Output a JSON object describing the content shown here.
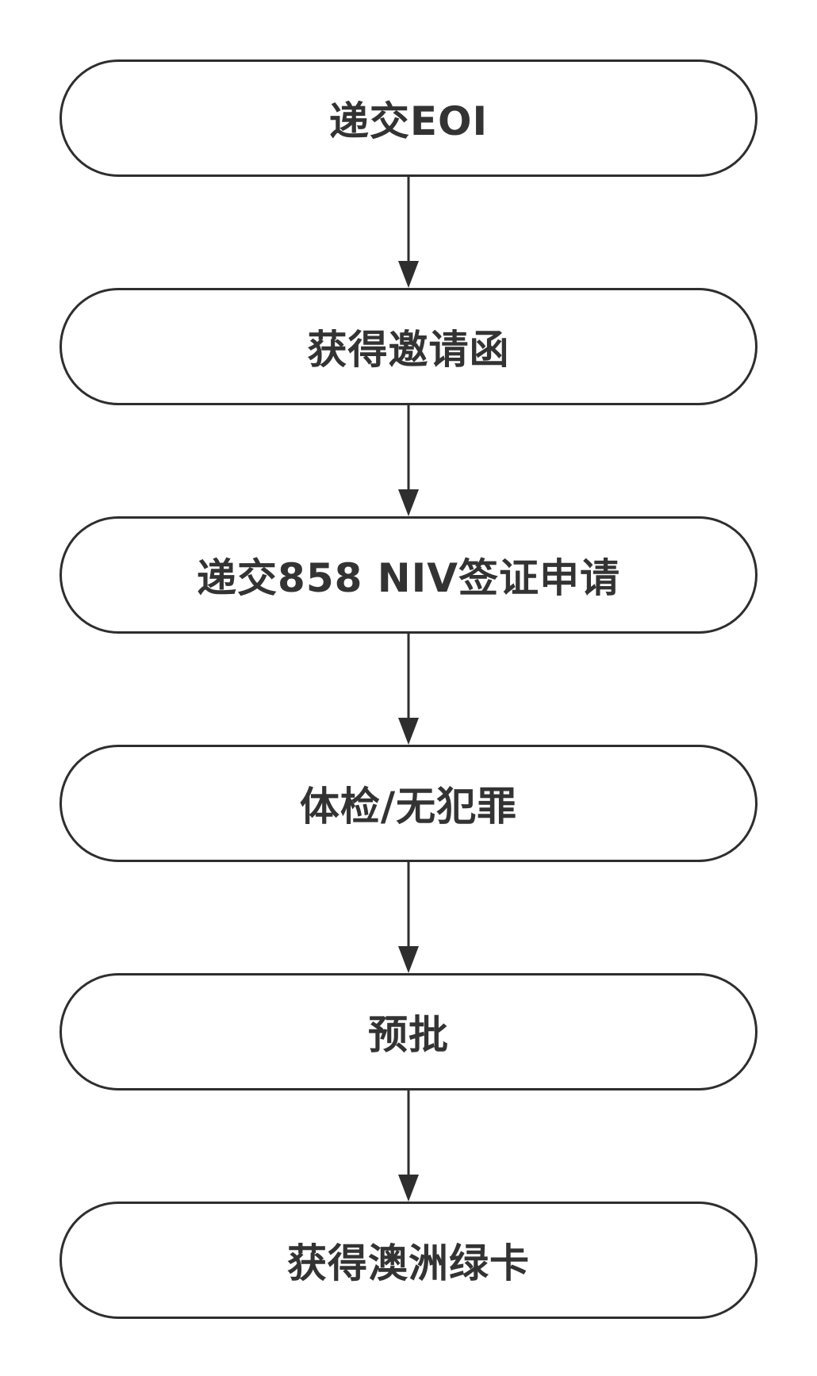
{
  "colors": {
    "stroke": "#2e2e2e",
    "text": "#333333",
    "background": "#ffffff"
  },
  "steps": [
    {
      "label": "递交EOI"
    },
    {
      "label": "获得邀请函"
    },
    {
      "label": "递交858 NIV签证申请"
    },
    {
      "label": "体检/无犯罪"
    },
    {
      "label": "预批"
    },
    {
      "label": "获得澳洲绿卡"
    }
  ],
  "connectors": [
    {
      "from": 0,
      "to": 1
    },
    {
      "from": 1,
      "to": 2
    },
    {
      "from": 2,
      "to": 3
    },
    {
      "from": 3,
      "to": 4
    },
    {
      "from": 4,
      "to": 5
    }
  ]
}
